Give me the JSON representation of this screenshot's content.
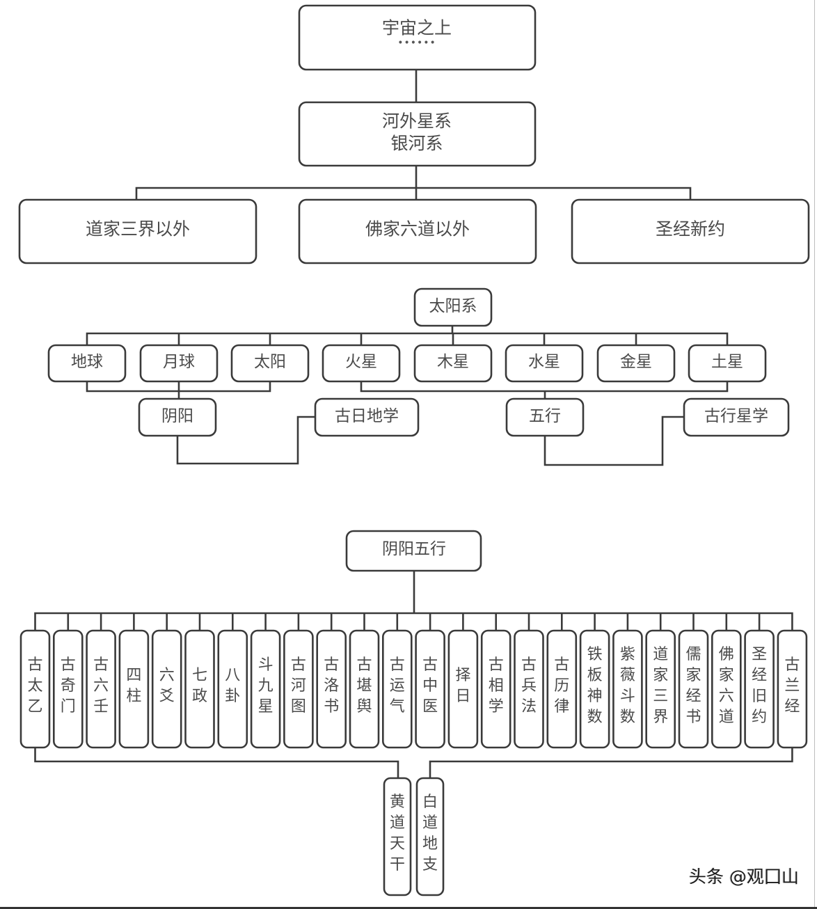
{
  "section1": {
    "root": {
      "label": "宇宙之上",
      "sublabel": "……"
    },
    "galaxy": {
      "lines": [
        "河外星系",
        "银河系"
      ]
    },
    "children": [
      "道家三界以外",
      "佛家六道以外",
      "圣经新约"
    ]
  },
  "section2": {
    "root": "太阳系",
    "bodies": [
      "地球",
      "月球",
      "太阳",
      "火星",
      "木星",
      "水星",
      "金星",
      "土星"
    ],
    "yinyang": "阴阳",
    "guridixue": "古日地学",
    "wuxing": "五行",
    "guxingxingxue": "古行星学"
  },
  "section3": {
    "root": "阴阳五行",
    "items": [
      "古太乙",
      "古奇门",
      "古六壬",
      "四柱",
      "六爻",
      "七政",
      "八卦",
      "斗九星",
      "古河图",
      "古洛书",
      "古堪舆",
      "古运气",
      "古中医",
      "择日",
      "古相学",
      "古兵法",
      "古历律",
      "铁板神数",
      "紫薇斗数",
      "道家三界",
      "儒家经书",
      "佛家六道",
      "圣经旧约",
      "古兰经"
    ],
    "bottom": [
      "黄道天干",
      "白道地支"
    ]
  },
  "watermark": "头条 @观囗山",
  "colors": {
    "line": "#3a3a3a",
    "text": "#4a4a4a",
    "background": "#ffffff"
  }
}
